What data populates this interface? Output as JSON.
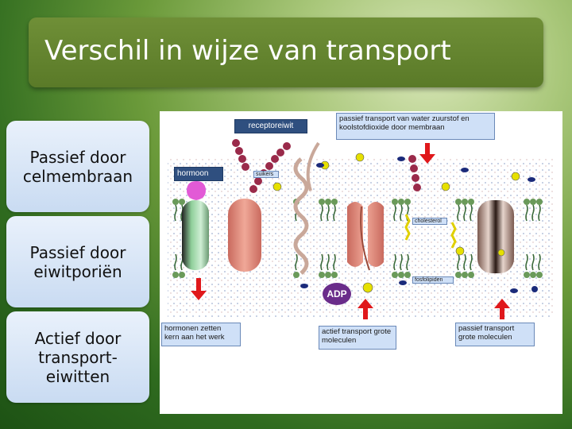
{
  "slide": {
    "title": "Verschil in wijze van transport"
  },
  "side_boxes": [
    {
      "text": "Passief  door celmembraan"
    },
    {
      "text": "Passief door eiwitporiën"
    },
    {
      "text": "Actief door transport-eiwitten"
    }
  ],
  "diagram": {
    "labels": {
      "receptoreiwit": "receptoreiwit",
      "passief_water": "passief transport van water zuurstof en koolstofdioxide door membraan",
      "hormoon": "hormoon",
      "suikers": "suikers",
      "cholesterol": "cholesterol",
      "fosfolipiden": "fosfolipiden",
      "adp": "ADP",
      "hormonen_werk": "hormonen zetten kern aan het werk",
      "actief_transport": "actief transport grote moleculen",
      "passief_groot": "passief transport grote moleculen"
    },
    "colors": {
      "arrow": "#e0181b",
      "hormone": "#e25ad6",
      "label_bg": "#cfe0f7",
      "adp": "#6a2c8a"
    }
  }
}
